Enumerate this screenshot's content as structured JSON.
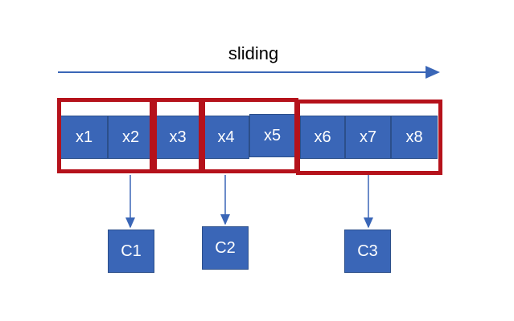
{
  "title": "sliding",
  "cells": [
    "x1",
    "x2",
    "x3",
    "x4",
    "x5",
    "x6",
    "x7",
    "x8"
  ],
  "windows": [
    {
      "members": [
        "x1",
        "x2"
      ]
    },
    {
      "members": [
        "x3"
      ]
    },
    {
      "members": [
        "x4",
        "x5"
      ]
    },
    {
      "members": [
        "x6",
        "x7",
        "x8"
      ]
    }
  ],
  "outputs": [
    "C1",
    "C2",
    "C3"
  ],
  "colors": {
    "cell_fill": "#3a66b7",
    "window_border": "#b5121b",
    "arrow": "#3a66b7",
    "text": "#000000"
  }
}
